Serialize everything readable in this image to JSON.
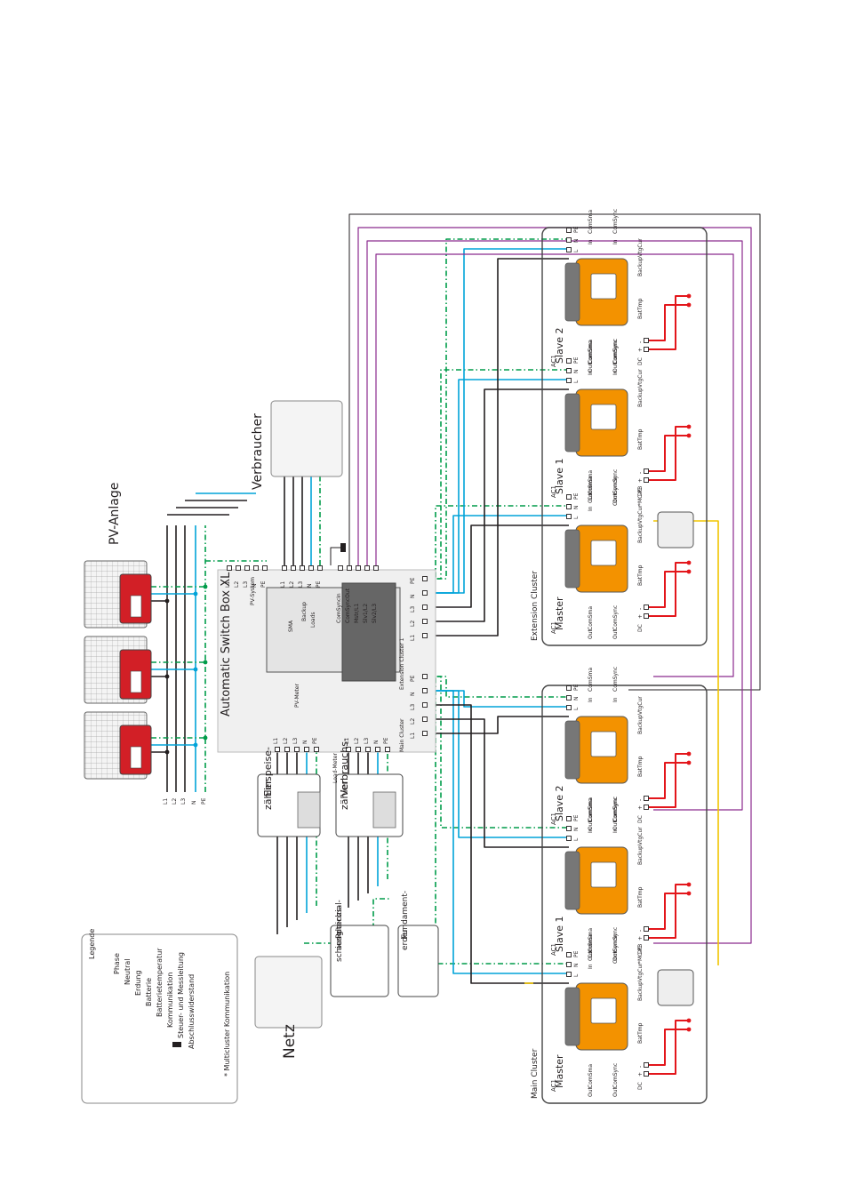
{
  "legend": {
    "title": "Legende",
    "items": [
      {
        "label": "Phase",
        "color": "#231f20",
        "style": "solid"
      },
      {
        "label": "Neutral",
        "color": "#00a3d9",
        "style": "solid"
      },
      {
        "label": "Erdung",
        "color": "#009c4a",
        "style": "dashdot"
      },
      {
        "label": "Batterie",
        "color": "#e3161b",
        "style": "solid"
      },
      {
        "label": "Batterietemperatur",
        "color": "#231f20",
        "style": "dotted"
      },
      {
        "label": "Kommunikation",
        "color": "#231f20",
        "style": "thin"
      },
      {
        "label": "Steuer- und Messleitung",
        "color": "#8b2a8e",
        "style": "solid"
      },
      {
        "label": "Abschlusswiderstand",
        "color": "#231f20",
        "style": "terminator"
      }
    ],
    "note": "* Multicluster Kommunikation"
  },
  "labels": {
    "pv_anlage": "PV-Anlage",
    "verbraucher": "Verbraucher",
    "netz": "Netz",
    "einspeise": [
      "Einspeise-",
      "zähler"
    ],
    "verbrauchs": [
      "Verbrauchs-",
      "zähler"
    ],
    "potenzial": [
      "Potenzial-",
      "ausgleichs-",
      "schiene"
    ],
    "fundament": [
      "Fundament-",
      "erder"
    ],
    "asb": "Automatic Switch Box XL",
    "asb_brand": "SMA",
    "pv_system": "PV-System",
    "backup_loads": [
      "Backup",
      "Loads"
    ],
    "pv_meter": "PV-Meter",
    "load_meter": "Load-Meter",
    "main_cluster": "Main Cluster",
    "extension_cluster_1": "Extension Cluster 1",
    "main_cluster_box": "Main Cluster",
    "extension_cluster_box": "Extension Cluster"
  },
  "grid_terminals": [
    "L1",
    "L2",
    "L3",
    "N",
    "PE"
  ],
  "asb_bus_terminals": [
    "L1",
    "L2",
    "L3",
    "N",
    "PE"
  ],
  "asb_comm_terminals": [
    "ComSyncIn",
    "ComSyncOut",
    "Mstr/L1",
    "Slv1/L2",
    "Slv2/L3"
  ],
  "asb_cluster_terminals": [
    "PE",
    "N",
    "L3",
    "L2",
    "L1"
  ],
  "inverters": {
    "roles": [
      "Master",
      "Slave 1",
      "Slave 2"
    ],
    "ac_title": "AC1",
    "ac_terminals": [
      "L",
      "N",
      "PE"
    ],
    "dc_label": "DC",
    "dc_terminals": [
      "+",
      "-"
    ],
    "com_sma_in": [
      "ComSma",
      "In"
    ],
    "com_sma_out": [
      "ComSma",
      "Out"
    ],
    "com_sync_in": [
      "ComSync",
      "In"
    ],
    "com_sync_out": [
      "ComSync",
      "Out"
    ],
    "com_syncin_master": "ComSyncIn",
    "backup_label": "BackupVtgCur",
    "mc_pb": "*MC-PB",
    "battmp": "BatTmp"
  }
}
